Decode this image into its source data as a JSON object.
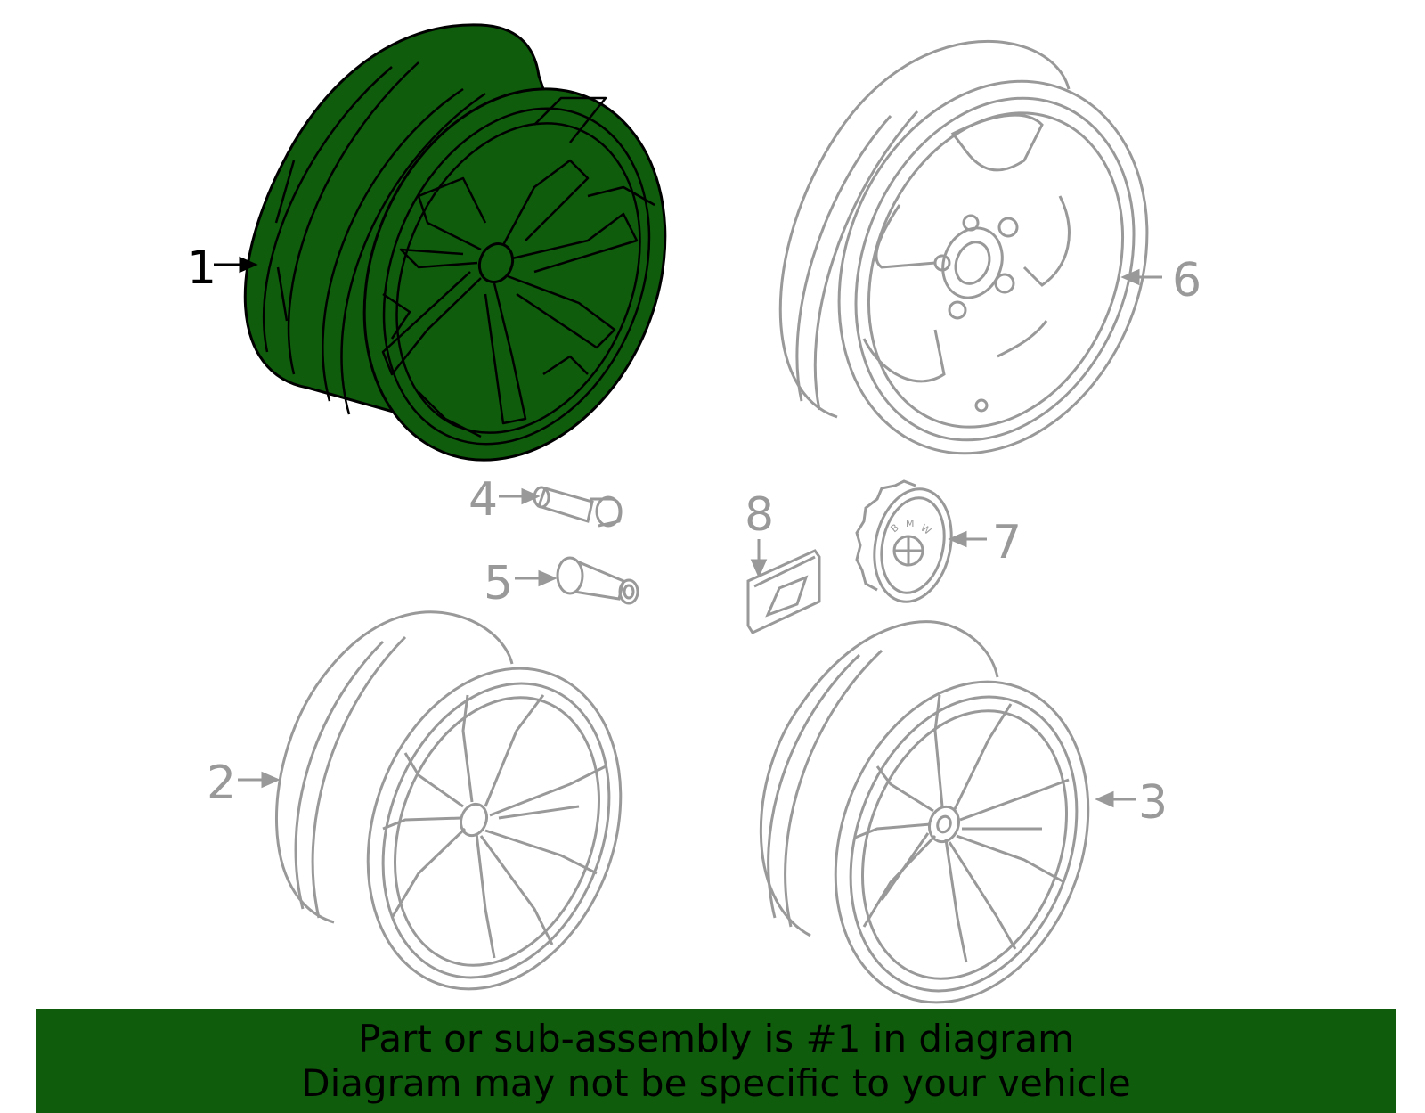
{
  "colors": {
    "highlight": "#0f5c0c",
    "highlight_stroke": "#000000",
    "ghost_stroke": "#999999",
    "banner_bg": "#0f5c0c",
    "banner_text": "#000000"
  },
  "callouts": {
    "c1": "1",
    "c2": "2",
    "c3": "3",
    "c4": "4",
    "c5": "5",
    "c6": "6",
    "c7": "7",
    "c8": "8"
  },
  "emblem_letters": [
    "B",
    "M",
    "W"
  ],
  "banner": {
    "line1": "Part or sub-assembly is #1 in diagram",
    "line2": "Diagram may not be specific to your vehicle"
  }
}
